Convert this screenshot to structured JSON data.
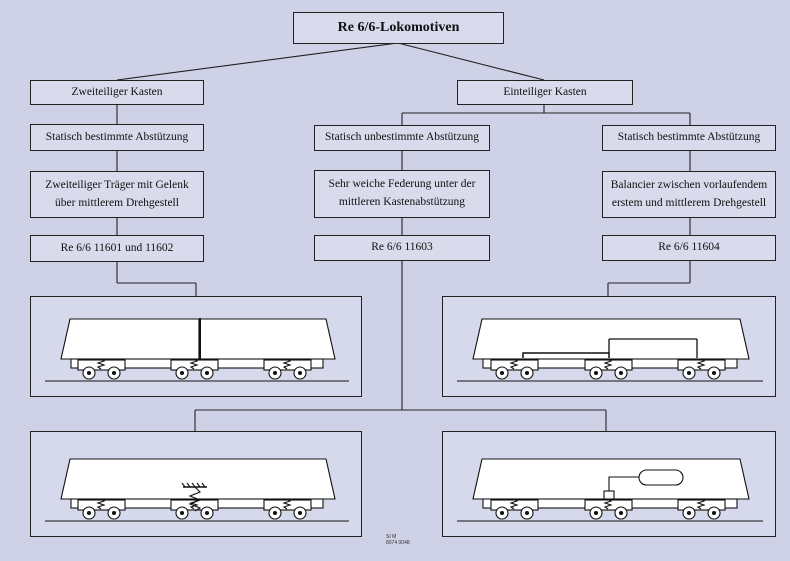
{
  "title": "Re 6/6-Lokomotiven",
  "left": {
    "kasten": "Zweiteiliger Kasten",
    "abstuetzung": "Statisch bestimmte Abstützung",
    "traeger": "Zweiteiliger Träger mit Gelenk\nüber mittlerem Drehgestell",
    "nummer": "Re 6/6 11601 und 11602"
  },
  "right_group": {
    "kasten": "Einteiliger Kasten"
  },
  "middle": {
    "abstuetzung": "Statisch unbestimmte Abstützung",
    "federung": "Sehr weiche Federung unter der\nmittleren Kastenabstützung",
    "nummer": "Re 6/6 11603"
  },
  "right": {
    "abstuetzung": "Statisch bestimmte Abstützung",
    "balancier": "Balancier zwischen vorlaufendem\nerstem und mittlerem Drehgestell",
    "nummer": "Re 6/6 11604"
  },
  "footnote": "SI M\n8074 0048"
}
